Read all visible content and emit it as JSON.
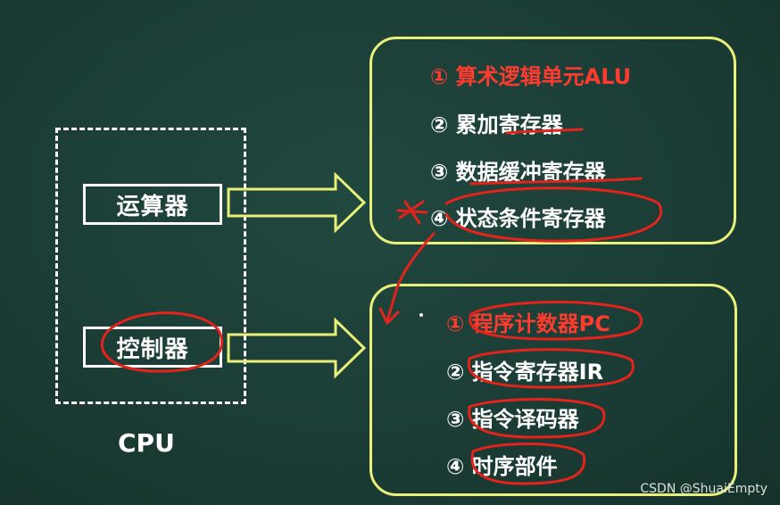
{
  "cpu": {
    "label": "CPU"
  },
  "units": {
    "alu": "运算器",
    "control": "控制器"
  },
  "alu_components": [
    {
      "label": "① 算术逻辑单元ALU",
      "highlight": true
    },
    {
      "label": "② 累加寄存器",
      "highlight": false
    },
    {
      "label": "③ 数据缓冲寄存器",
      "highlight": false
    },
    {
      "label": "④ 状态条件寄存器",
      "highlight": false
    }
  ],
  "control_components": [
    {
      "label": "① 程序计数器PC",
      "highlight": true
    },
    {
      "label": "② 指令寄存器IR",
      "highlight": false
    },
    {
      "label": "③ 指令译码器",
      "highlight": false
    },
    {
      "label": "④ 时序部件",
      "highlight": false
    }
  ],
  "watermark": "CSDN @ShuaiEmpty",
  "colors": {
    "background": "#1b3d35",
    "panel_border": "#e8f07a",
    "highlight_text": "#ff3b2f",
    "annotation": "#e3231c"
  }
}
